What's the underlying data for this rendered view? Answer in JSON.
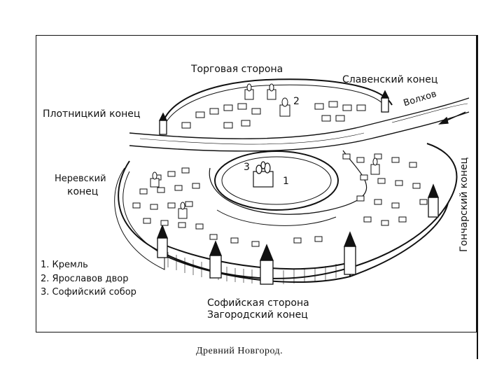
{
  "caption": "Древний Новгород.",
  "labels": {
    "torgovaya": "Торговая сторона",
    "slavensky": "Славенский конец",
    "plotnitsky": "Плотницкий конец",
    "volkhov": "Волхов",
    "nerevsky_1": "Неревский",
    "nerevsky_2": "конец",
    "goncharsky": "Гончарский конец",
    "sofiyskaya": "Софийская сторона",
    "zagorodsky": "Загородский конец"
  },
  "numbers": {
    "n1": "1",
    "n2": "2",
    "n3": "3"
  },
  "legend": [
    {
      "text": "1. Кремль"
    },
    {
      "text": "2. Ярославов двор"
    },
    {
      "text": "3. Софийский собор"
    }
  ],
  "colors": {
    "ink": "#111111",
    "paper": "#ffffff"
  }
}
